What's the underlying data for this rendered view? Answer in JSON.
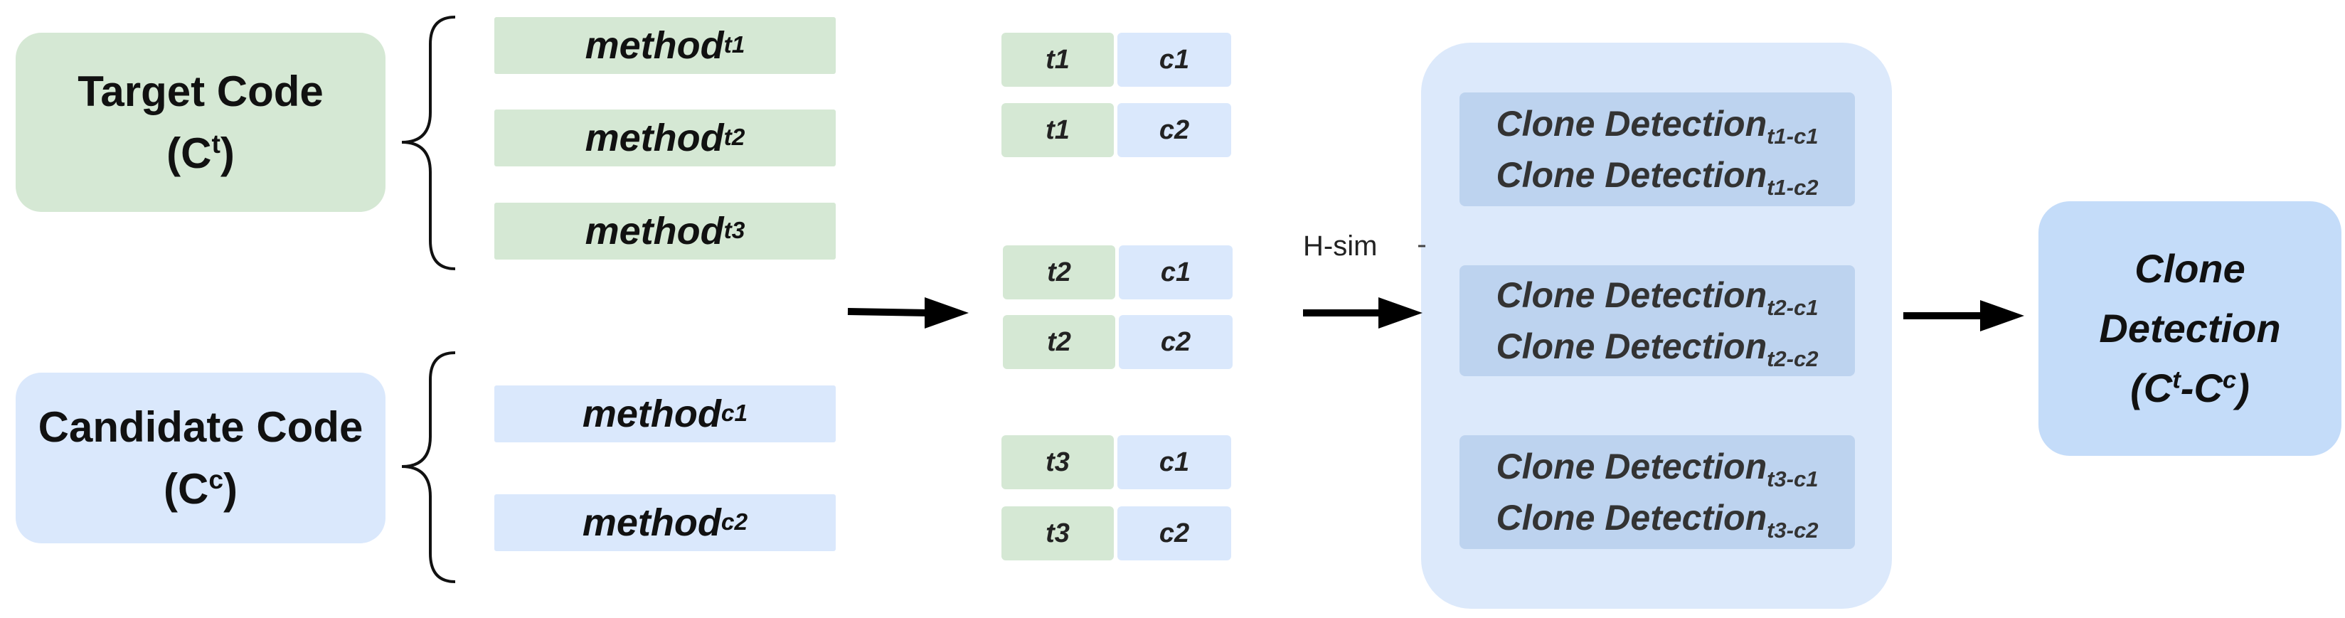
{
  "target": {
    "title": "Target Code",
    "sym": "C",
    "sup": "t"
  },
  "candidate": {
    "title": "Candidate Code",
    "sym": "C",
    "sup": "c"
  },
  "methods_target": [
    {
      "main": "method",
      "sub": "t1"
    },
    {
      "main": "method",
      "sub": "t2"
    },
    {
      "main": "method",
      "sub": "t3"
    }
  ],
  "methods_candidate": [
    {
      "main": "method",
      "sub": "c1"
    },
    {
      "main": "method",
      "sub": "c2"
    }
  ],
  "pairs": [
    {
      "t": "t1",
      "c": "c1"
    },
    {
      "t": "t1",
      "c": "c2"
    },
    {
      "t": "t2",
      "c": "c1"
    },
    {
      "t": "t2",
      "c": "c2"
    },
    {
      "t": "t3",
      "c": "c1"
    },
    {
      "t": "t3",
      "c": "c2"
    }
  ],
  "hsim_label": "H-sim",
  "clone_groups": [
    [
      {
        "main": "Clone Detection",
        "sub": "t1-c1"
      },
      {
        "main": "Clone Detection",
        "sub": "t1-c2"
      }
    ],
    [
      {
        "main": "Clone Detection",
        "sub": "t2-c1"
      },
      {
        "main": "Clone Detection",
        "sub": "t2-c2"
      }
    ],
    [
      {
        "main": "Clone Detection",
        "sub": "t3-c1"
      },
      {
        "main": "Clone Detection",
        "sub": "t3-c2"
      }
    ]
  ],
  "result": {
    "line1": "Clone",
    "line2": "Detection",
    "open": "(",
    "c1": "C",
    "sup1": "t",
    "dash": "-",
    "c2": "C",
    "sup2": "c",
    "close": ")"
  },
  "colors": {
    "green": "#d5e8d4",
    "blue": "#dae8fc",
    "panel": "#dce9fb",
    "inner": "#bdd3ef",
    "result": "#c4dcf9"
  }
}
